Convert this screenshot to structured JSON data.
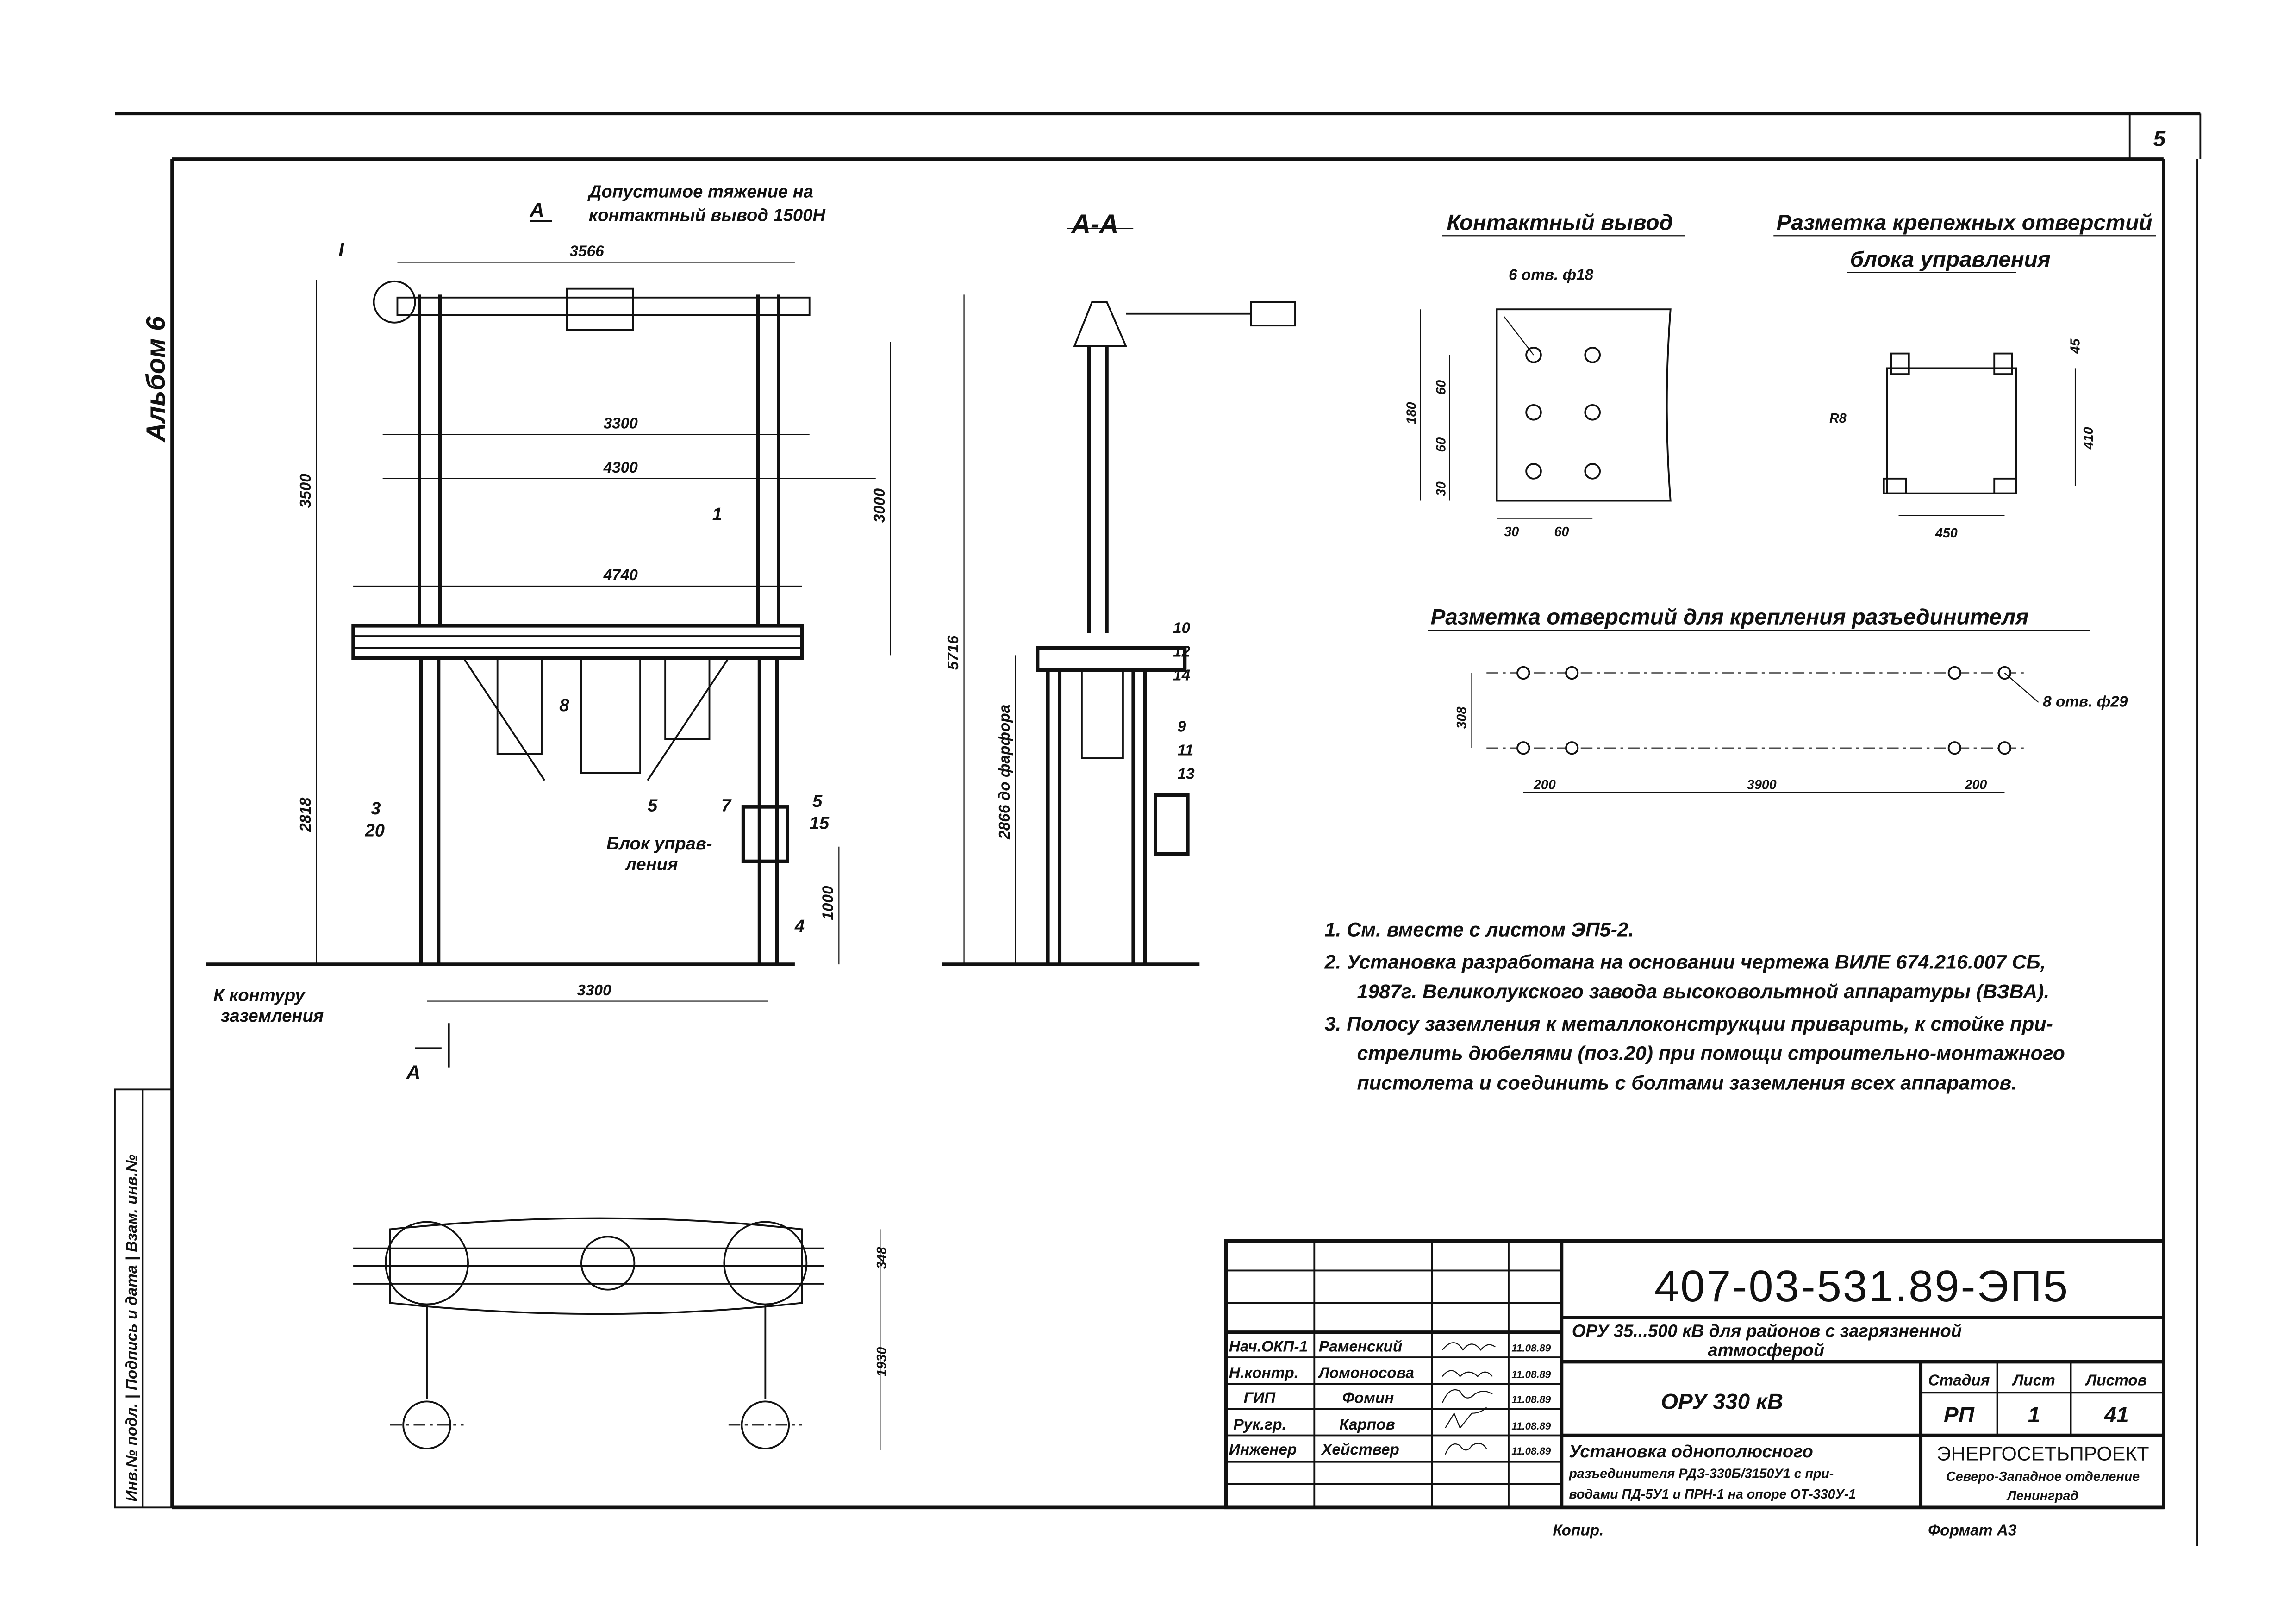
{
  "sheet": {
    "page_number": "5",
    "album": "Альбом 6",
    "left_stamp": "Инв.№ подл. | Подпись и дата | Взам. инв.№"
  },
  "front_view": {
    "section_mark": "А",
    "section_mark_bottom": "А",
    "tension_note_line1": "Допустимое тяжение на",
    "tension_note_line2": "контактный вывод 1500Н",
    "detail_mark": "I",
    "dims": {
      "top_span": "3566",
      "height_total": "3500",
      "span_3300": "3300",
      "span_4300": "4300",
      "height_3000": "3000",
      "span_4740": "4740",
      "height_2818": "2818",
      "height_1000": "1000",
      "base_span": "3300"
    },
    "positions": {
      "p1": "1",
      "p3": "3",
      "p20": "20",
      "p8": "8",
      "p5a": "5",
      "p7": "7",
      "p5b": "5",
      "p15": "15",
      "p4": "4"
    },
    "control_block_line1": "Блок управ-",
    "control_block_line2": "ления",
    "ground_line1": "К контуру",
    "ground_line2": "заземления"
  },
  "section_view": {
    "title": "А-А",
    "dim_height": "5716",
    "dim_porcelain": "2866 до фарфора",
    "positions": [
      "10",
      "12",
      "14",
      "9",
      "11",
      "13"
    ]
  },
  "contact_terminal": {
    "title": "Контактный вывод",
    "holes_label": "6 отв. ф18",
    "dims": {
      "h180": "180",
      "h60a": "60",
      "h60b": "60",
      "h30": "30",
      "w30": "30",
      "w60": "60"
    }
  },
  "control_block_marking": {
    "title_line1": "Разметка крепежных отверстий",
    "title_line2": "блока управления",
    "dims": {
      "r": "R8",
      "d45": "45",
      "h410": "410",
      "w450": "450"
    }
  },
  "disconnector_marking": {
    "title": "Разметка отверстий для крепления разъединителя",
    "holes_label": "8 отв. ф29",
    "dims": {
      "h308": "308",
      "w200a": "200",
      "w3900": "3900",
      "w200b": "200"
    }
  },
  "plan_view": {
    "dims": {
      "d348": "348",
      "d1930": "1930"
    }
  },
  "notes": [
    "1. См. вместе с листом ЭП5-2.",
    "2. Установка разработана на основании чертежа ВИЛЕ 674.216.007 СБ,",
    "1987г. Великолукского завода высоковольтной аппаратуры (ВЗВА).",
    "3. Полосу заземления к металлоконструкции приварить, к стойке при-",
    "стрелить дюбелями (поз.20) при помощи строительно-монтажного",
    "пистолета и соединить с болтами заземления всех аппаратов."
  ],
  "title_block": {
    "code": "407-03-531.89-ЭП5",
    "project_line1": "ОРУ 35...500 кВ для районов с загрязненной",
    "project_line2": "атмосферой",
    "object": "ОРУ 330 кВ",
    "stage_header": "Стадия",
    "sheet_header": "Лист",
    "sheets_header": "Листов",
    "stage": "РП",
    "sheet": "1",
    "sheets": "41",
    "sheet_title_line1": "Установка однополюсного",
    "sheet_title_line2": "разъединителя РДЗ-330Б/3150У1 с при-",
    "sheet_title_line3": "водами ПД-5У1 и ПРН-1 на опоре ОТ-330У-1",
    "org_line1": "ЭНЕРГОСЕТЬПРОЕКТ",
    "org_line2": "Северо-Западное отделение",
    "org_line3": "Ленинград",
    "signers": [
      {
        "role": "Нач.ОКП-1",
        "name": "Раменский",
        "date": "11.08.89"
      },
      {
        "role": "Н.контр.",
        "name": "Ломоносова",
        "date": "11.08.89"
      },
      {
        "role": "ГИП",
        "name": "Фомин",
        "date": "11.08.89"
      },
      {
        "role": "Рук.гр.",
        "name": "Карпов",
        "date": "11.08.89"
      },
      {
        "role": "Инженер",
        "name": "Хействер",
        "date": "11.08.89"
      }
    ],
    "copied": "Копир.",
    "format": "Формат А3"
  }
}
